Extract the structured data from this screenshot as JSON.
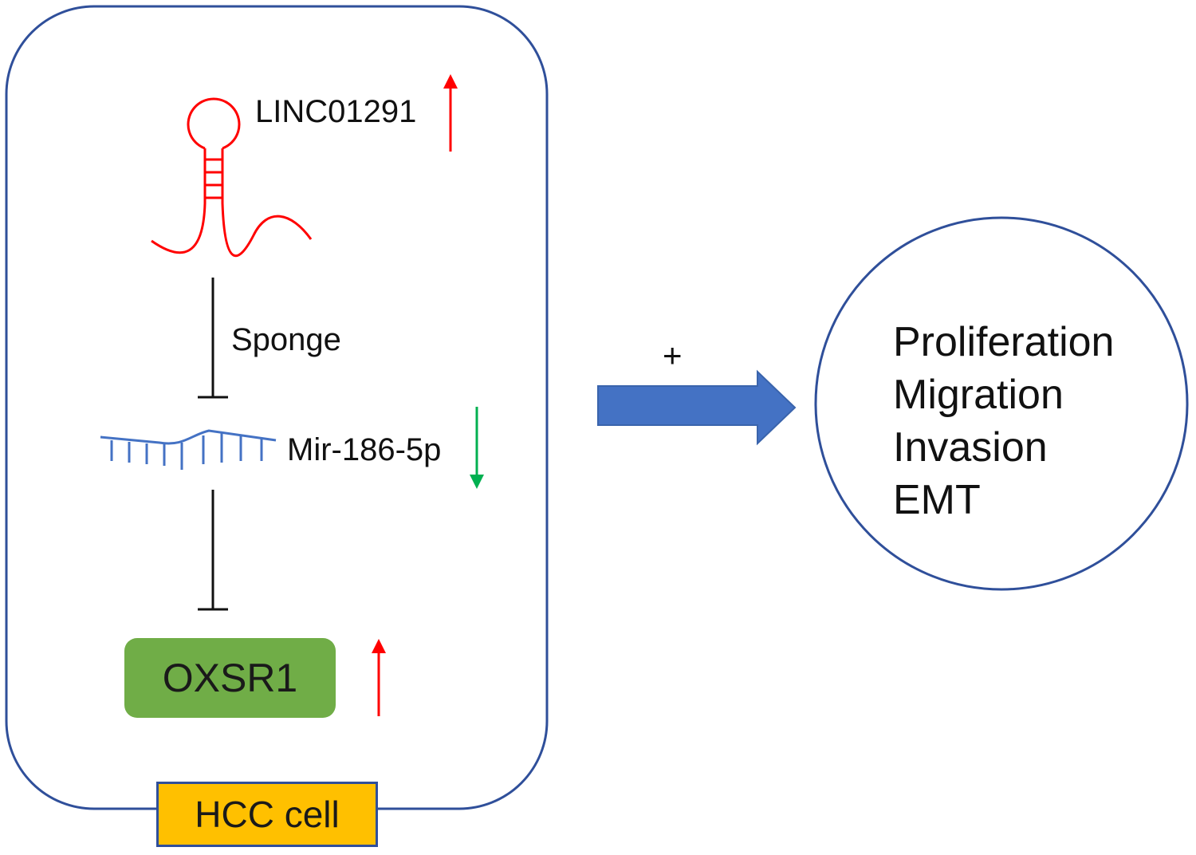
{
  "diagram": {
    "lncrna": {
      "label": "LINC01291",
      "trend": "up",
      "trend_color": "#ff0000",
      "shape_color": "#ff0000"
    },
    "sponge": {
      "label": "Sponge"
    },
    "mirna": {
      "label": "Mir-186-5p",
      "trend": "down",
      "trend_color": "#00b050",
      "shape_color": "#4472c4"
    },
    "target": {
      "label": "OXSR1",
      "trend": "up",
      "trend_color": "#ff0000",
      "fill": "#70ad47"
    },
    "cell": {
      "label": "HCC cell",
      "border_color": "#2f4f9a",
      "label_fill": "#ffc000"
    },
    "effect": {
      "sign": "+",
      "arrow_color": "#4472c4"
    },
    "outcomes": [
      "Proliferation",
      "Migration",
      "Invasion",
      "EMT"
    ]
  }
}
